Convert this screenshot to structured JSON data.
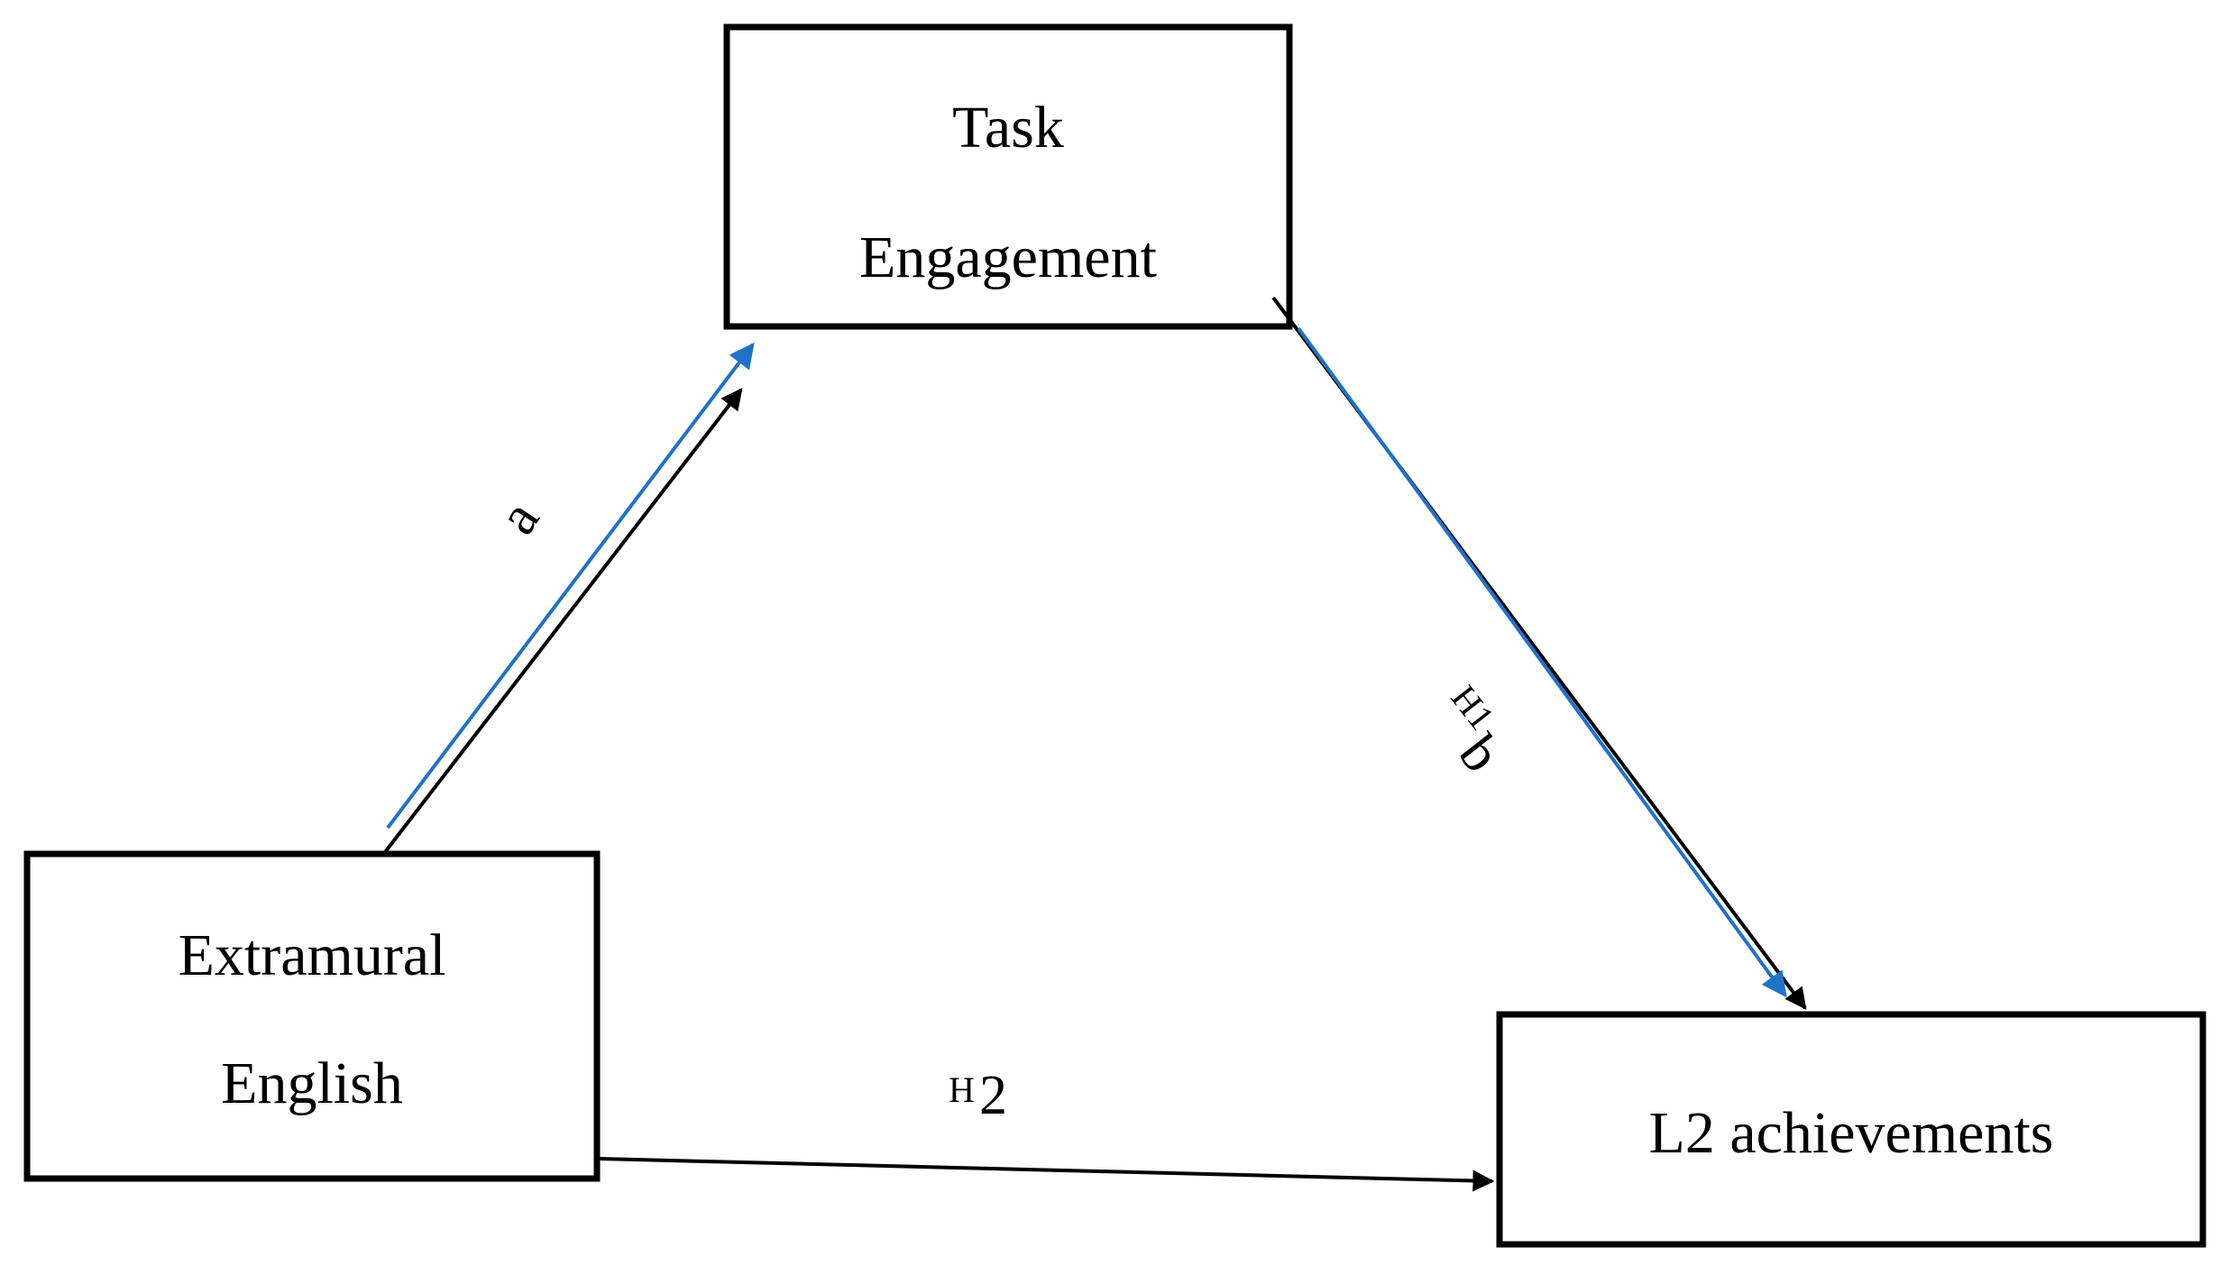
{
  "nodes": {
    "mediator": {
      "line1": "Task",
      "line2": "Engagement"
    },
    "predictor": {
      "line1": "Extramural",
      "line2": "English"
    },
    "outcome": {
      "label": "L2 achievements"
    }
  },
  "paths": {
    "a": {
      "label": "a"
    },
    "b": {
      "prefix": "H1",
      "label": "b"
    },
    "c": {
      "prefix": "H",
      "label": "2"
    }
  },
  "colors": {
    "line": "#000000",
    "highlight": "#1f72c8"
  }
}
